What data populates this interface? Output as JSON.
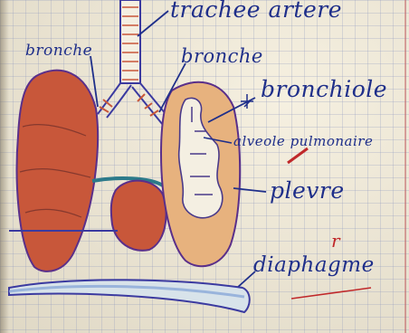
{
  "labels": {
    "trachea": "trachee artere",
    "bronche_left": "bronche",
    "bronche_right": "bronche",
    "bronchiole": "bronchiole",
    "alveole": "alveole pulmonaire",
    "plevre": "plevre",
    "diaphragme": "diaphagme",
    "correction": "r"
  },
  "colors": {
    "ink": "#1f2f8a",
    "lung_fill": "#c8573a",
    "correction_ink": "#c0282a",
    "pleura_fill": "#e7b27e"
  }
}
